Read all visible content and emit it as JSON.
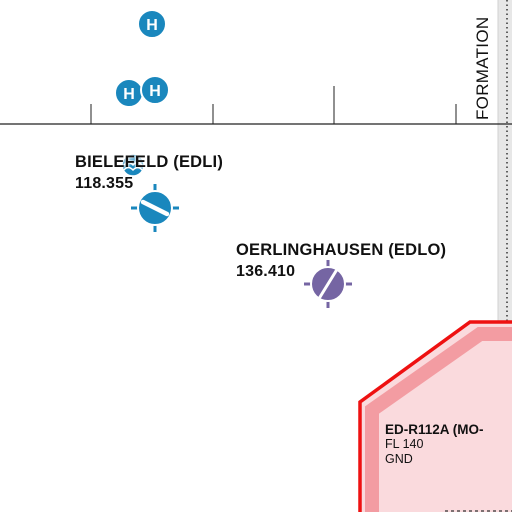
{
  "sidebar": {
    "label": "FORMATION"
  },
  "aerodromes": [
    {
      "name": "BIELEFELD (EDLI)",
      "frequency": "118.355",
      "color": "#1a87bd"
    },
    {
      "name": "OERLINGHAUSEN (EDLO)",
      "frequency": "136.410",
      "color": "#7565a3"
    }
  ],
  "heliports": [
    {
      "symbol": "H"
    },
    {
      "symbol": "H"
    },
    {
      "symbol": "H"
    }
  ],
  "restricted_area": {
    "name": "ED-R112A (MO-",
    "upper_limit": "FL 140",
    "lower_limit": "GND",
    "border_color": "#ee1111",
    "fill_color": "#fadadd"
  },
  "colors": {
    "heliport": "#1a87bd",
    "scale_line": "#222222"
  }
}
